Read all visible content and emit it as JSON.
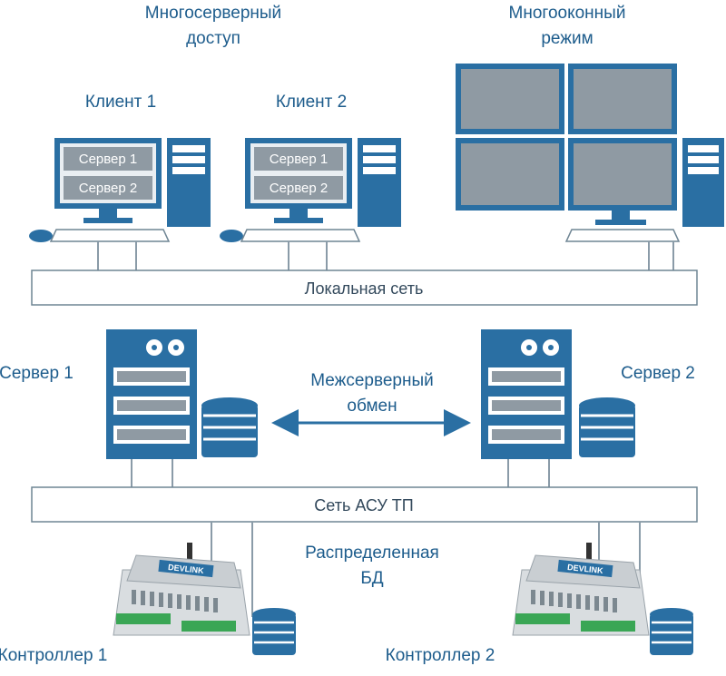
{
  "labels": {
    "multi_server_access": [
      "Многосерверный",
      "доступ"
    ],
    "multi_window_mode": [
      "Многооконный",
      "режим"
    ],
    "client1": "Клиент 1",
    "client2": "Клиент 2",
    "local_network": "Локальная сеть",
    "server1": "Сервер 1",
    "server2": "Сервер 2",
    "inter_server_exchange": [
      "Межсерверный",
      "обмен"
    ],
    "acs_network": "Сеть АСУ ТП",
    "distributed_db": [
      "Распределенная",
      "БД"
    ],
    "controller1": "Контроллер 1",
    "controller2": "Контроллер 2"
  },
  "monitor_entries": {
    "client1": [
      "Сервер 1",
      "Сервер 2"
    ],
    "client2": [
      "Сервер 1",
      "Сервер 2"
    ]
  },
  "device_brand": "DEVLINK",
  "colors": {
    "primary": "#2a6fa3",
    "screen": "#8f9aa3",
    "frame": "#2a6fa3",
    "text": "#1d5c8c",
    "bar_border": "#6f8594",
    "db": "#2a6fa3"
  }
}
